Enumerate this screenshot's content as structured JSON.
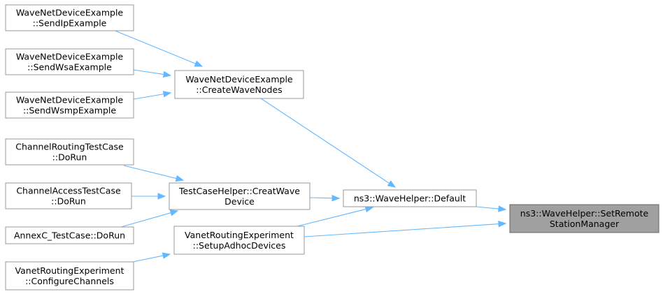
{
  "diagram": {
    "colors": {
      "edge": "#63b8ff",
      "node_border": "#999999",
      "node_fill": "#ffffff",
      "focus_fill": "#a0a0a0"
    },
    "nodes": {
      "send_ip": {
        "lines": [
          "WaveNetDeviceExample",
          "::SendIpExample"
        ]
      },
      "send_wsa": {
        "lines": [
          "WaveNetDeviceExample",
          "::SendWsaExample"
        ]
      },
      "send_wsmp": {
        "lines": [
          "WaveNetDeviceExample",
          "::SendWsmpExample"
        ]
      },
      "chan_routing": {
        "lines": [
          "ChannelRoutingTestCase",
          "::DoRun"
        ]
      },
      "chan_access": {
        "lines": [
          "ChannelAccessTestCase",
          "::DoRun"
        ]
      },
      "annexc": {
        "lines": [
          "AnnexC_TestCase::DoRun"
        ]
      },
      "config_chan": {
        "lines": [
          "VanetRoutingExperiment",
          "::ConfigureChannels"
        ]
      },
      "create_nodes": {
        "lines": [
          "WaveNetDeviceExample",
          "::CreateWaveNodes"
        ]
      },
      "creat_device": {
        "lines": [
          "TestCaseHelper::CreatWave",
          "Device"
        ]
      },
      "setup_adhoc": {
        "lines": [
          "VanetRoutingExperiment",
          "::SetupAdhocDevices"
        ]
      },
      "default": {
        "lines": [
          "ns3::WaveHelper::Default"
        ]
      },
      "set_remote": {
        "lines": [
          "ns3::WaveHelper::SetRemote",
          "StationManager"
        ]
      }
    },
    "edges": [
      {
        "from": "send_ip",
        "to": "create_nodes"
      },
      {
        "from": "send_wsa",
        "to": "create_nodes"
      },
      {
        "from": "send_wsmp",
        "to": "create_nodes"
      },
      {
        "from": "chan_routing",
        "to": "creat_device"
      },
      {
        "from": "chan_access",
        "to": "creat_device"
      },
      {
        "from": "annexc",
        "to": "creat_device"
      },
      {
        "from": "config_chan",
        "to": "setup_adhoc"
      },
      {
        "from": "create_nodes",
        "to": "default"
      },
      {
        "from": "creat_device",
        "to": "default"
      },
      {
        "from": "setup_adhoc",
        "to": "default"
      },
      {
        "from": "default",
        "to": "set_remote"
      },
      {
        "from": "setup_adhoc",
        "to": "set_remote"
      }
    ]
  }
}
